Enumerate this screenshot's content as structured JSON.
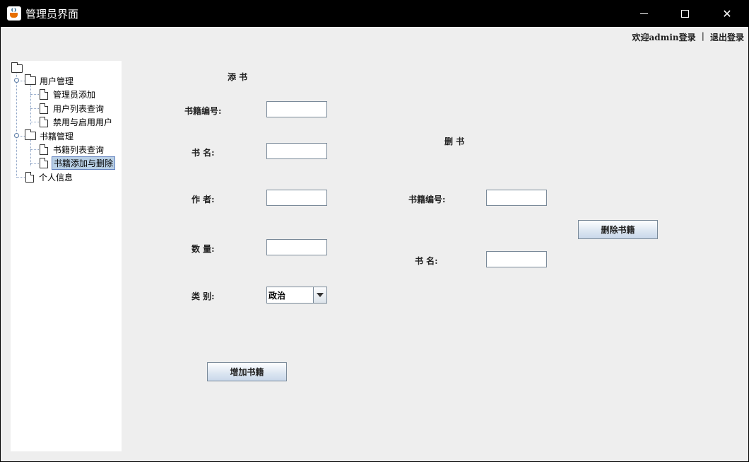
{
  "window": {
    "title": "管理员界面",
    "controls": {
      "minimize": "─",
      "maximize": "□",
      "close": "✕"
    }
  },
  "header": {
    "welcome": "欢迎admin登录",
    "separator": "|",
    "logout": "退出登录"
  },
  "tree": {
    "root": "",
    "items": [
      {
        "label": "用户管理",
        "type": "folder",
        "level": 1,
        "expanded": true
      },
      {
        "label": "管理员添加",
        "type": "leaf",
        "level": 2
      },
      {
        "label": "用户列表查询",
        "type": "leaf",
        "level": 2
      },
      {
        "label": "禁用与启用用户",
        "type": "leaf",
        "level": 2
      },
      {
        "label": "书籍管理",
        "type": "folder",
        "level": 1,
        "expanded": true
      },
      {
        "label": "书籍列表查询",
        "type": "leaf",
        "level": 2
      },
      {
        "label": "书籍添加与删除",
        "type": "leaf",
        "level": 2,
        "selected": true
      },
      {
        "label": "个人信息",
        "type": "leaf",
        "level": 1
      }
    ]
  },
  "add_section": {
    "title": "添 书",
    "book_id_label": "书籍编号:",
    "book_id_value": "",
    "name_label": "书 名:",
    "name_value": "",
    "author_label": "作 者:",
    "author_value": "",
    "quantity_label": "数 量:",
    "quantity_value": "",
    "category_label": "类 别:",
    "category_value": "政治",
    "add_button": "增加书籍"
  },
  "delete_section": {
    "title": "删 书",
    "book_id_label": "书籍编号:",
    "book_id_value": "",
    "name_label": "书 名:",
    "name_value": "",
    "delete_button": "删除书籍"
  }
}
